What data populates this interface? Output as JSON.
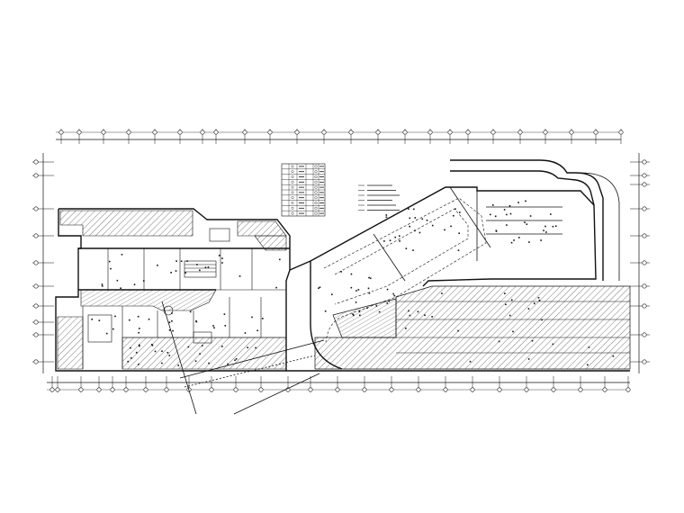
{
  "drawing": {
    "legend": {
      "rows": 10,
      "cols": 6
    },
    "notes_count": 6,
    "line_color": "#111111",
    "hatch_color": "#222222"
  }
}
